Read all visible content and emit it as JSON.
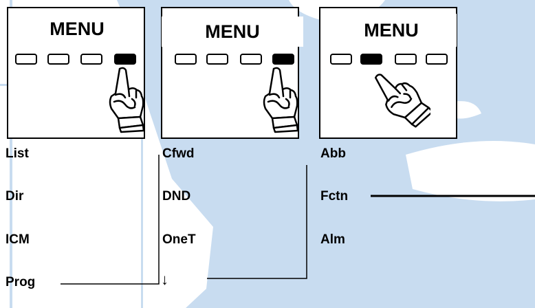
{
  "colors": {
    "map_blue": "#c8dcf0",
    "land_white": "#ffffff",
    "ink": "#000000"
  },
  "panels": [
    {
      "menu_label": "MENU",
      "active_key": 4,
      "icon": "pointing-hand-icon"
    },
    {
      "menu_label": "MENU",
      "active_key": 4,
      "icon": "pointing-hand-icon"
    },
    {
      "menu_label": "MENU",
      "active_key": 2,
      "icon": "pointing-hand-icon"
    }
  ],
  "columns": [
    {
      "items": [
        "List",
        "Dir",
        "ICM",
        "Prog"
      ]
    },
    {
      "items": [
        "Cfwd",
        "DND",
        "OneT"
      ],
      "more_arrow": "↓"
    },
    {
      "items": [
        "Abb",
        "Fctn",
        "Alm"
      ]
    }
  ]
}
